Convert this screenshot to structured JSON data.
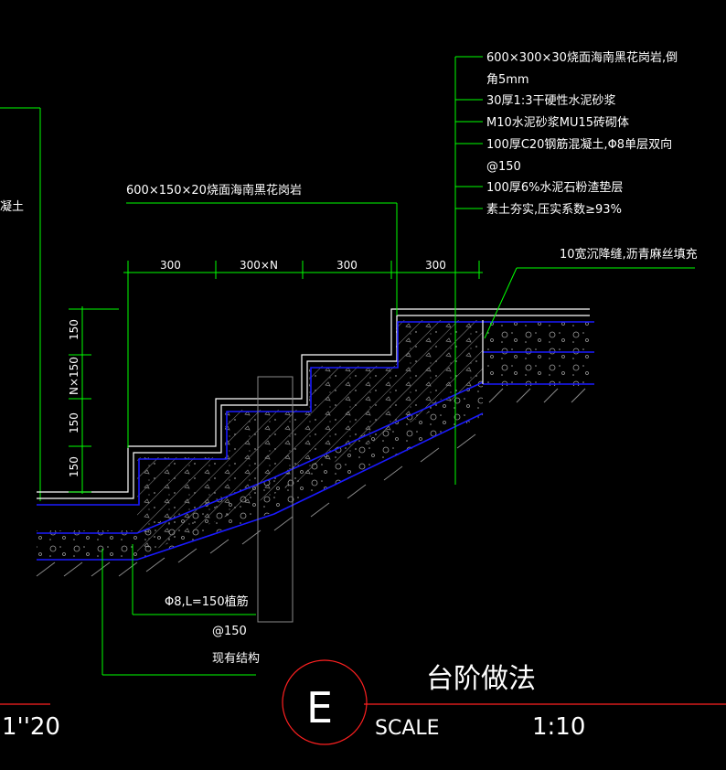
{
  "title": "台阶做法",
  "detail_mark": "E",
  "scale_label": "SCALE",
  "scale_value": "1:10",
  "left_scale_fragment": "1''20",
  "left_label_fragment": "凝土",
  "top_layer_notes": [
    "600×300×30烧面海南黑花岗岩,倒",
    "角5mm",
    "30厚1:3干硬性水泥砂浆",
    "M10水泥砂浆MU15砖砌体",
    "100厚C20钢筋混凝土,Φ8单层双向",
    "@150",
    "100厚6%水泥石粉渣垫层",
    "素土夯实,压实系数≥93%"
  ],
  "riser_note": "600×150×20烧面海南黑花岗岩",
  "joint_note": "10宽沉降缝,沥青麻丝填充",
  "horizontal_dims": [
    "300",
    "300×N",
    "300",
    "300"
  ],
  "vertical_dims": [
    "150",
    "N×150",
    "150",
    "150"
  ],
  "rebar_note_1": "Φ8,L=150植筋",
  "rebar_note_2": "@150",
  "existing_note": "现有结构",
  "colors": {
    "background": "#000000",
    "leader": "#00ff00",
    "layer": "#1a1aff",
    "outline": "#ffffff",
    "marker": "#ff2020"
  }
}
